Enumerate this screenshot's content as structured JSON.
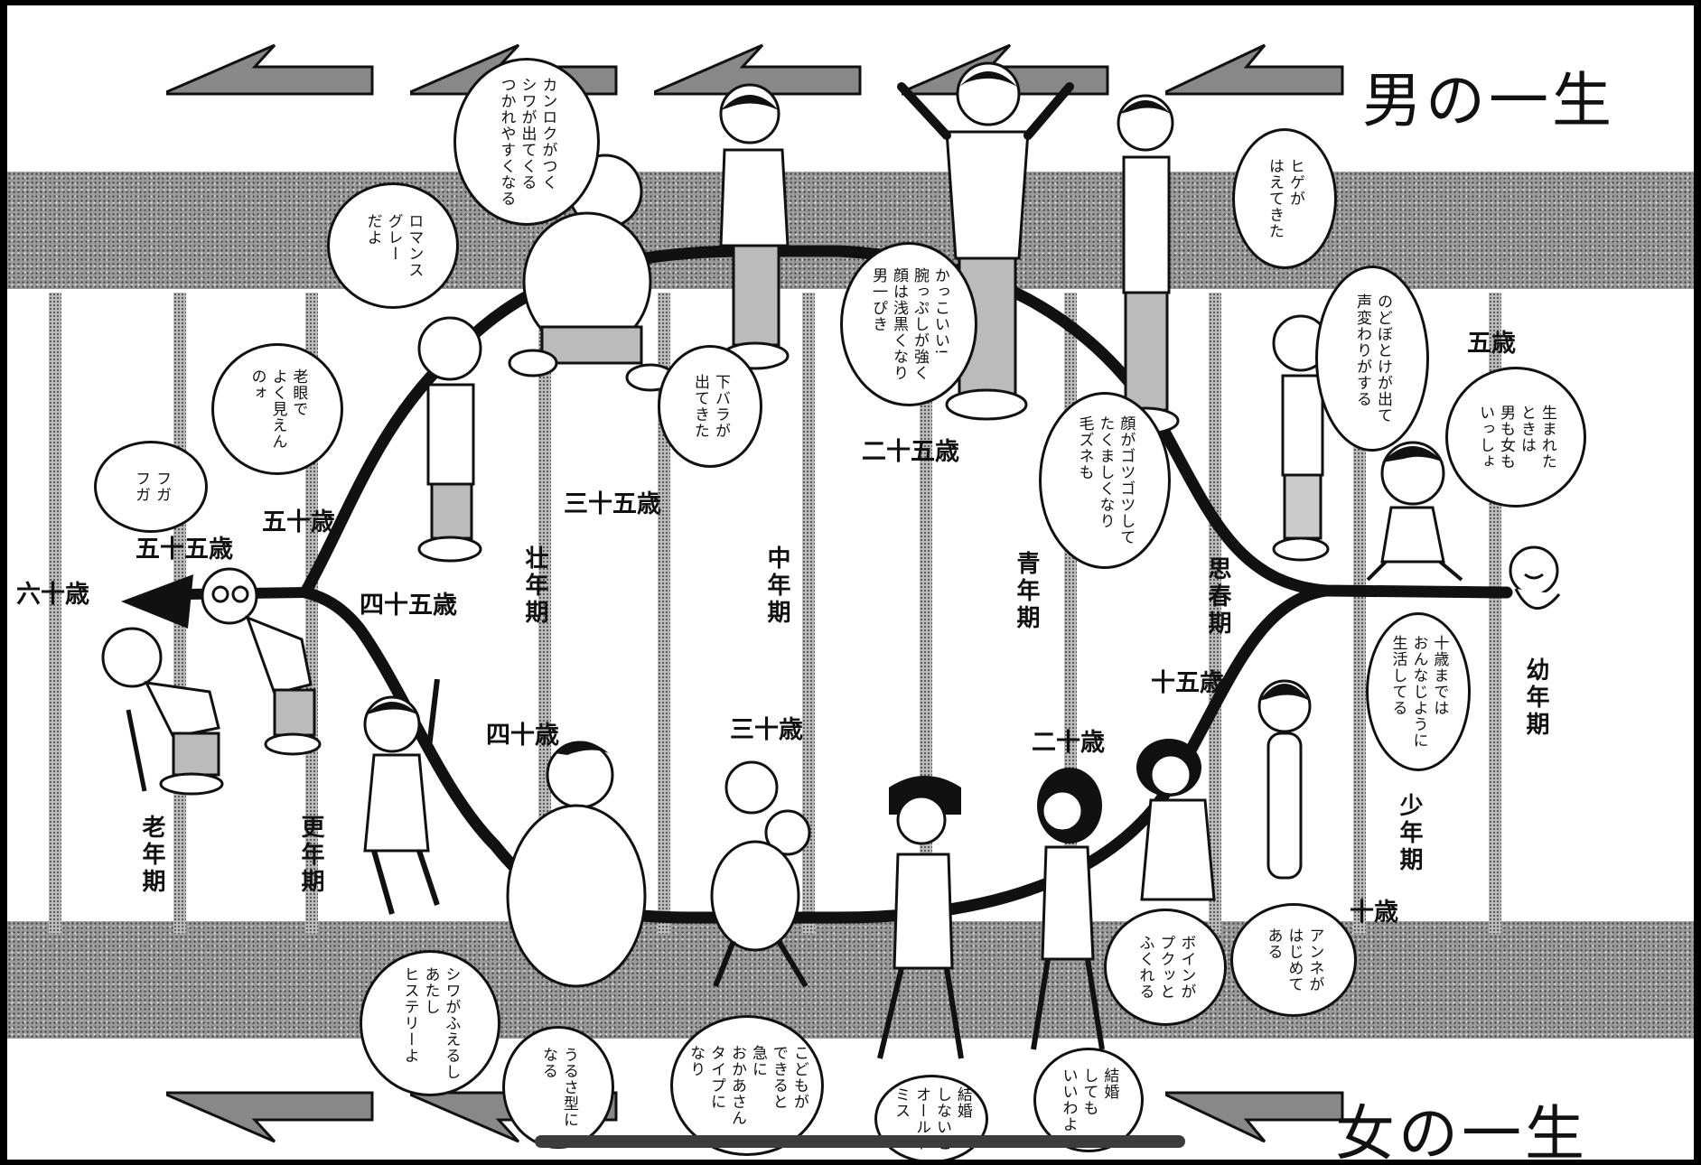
{
  "titles": {
    "men": "男の一生",
    "women": "女の一生"
  },
  "ages": {
    "five": "五歳",
    "ten": "十歳",
    "fifteen": "十五歳",
    "twenty": "二十歳",
    "twenty_five": "二十五歳",
    "thirty": "三十歳",
    "thirty_five": "三十五歳",
    "forty": "四十歳",
    "forty_five": "四十五歳",
    "fifty": "五十歳",
    "fifty_five": "五十五歳",
    "sixty": "六十歳"
  },
  "periods": {
    "infancy": "幼年期",
    "childhood": "少年期",
    "puberty": "思春期",
    "youth": "青年期",
    "middle": "中年期",
    "prime": "壮年期",
    "climacteric": "更年期",
    "old_age": "老年期"
  },
  "bubbles": {
    "born_same": "生まれた\nときは\n男も女も\nいっしょ",
    "throat": "のどぼとけが出て\n声変わりがする",
    "beard": "ヒゲが\nはえてきた",
    "jaw": "顔がゴツゴツして\nたくましくなり\n毛ズネも",
    "cool": "かっこいい!\n腕っぷしが強く\n顔は浅黒くなり\n男一ぴき",
    "belly": "下バラが\n出てきた",
    "stubborn": "カンロクがつく\nシワが出てくる\nつかれやすくなる",
    "romance": "ロマンス\nグレー\nだよ",
    "eyes": "老眼で\nよく見えん\nのォ",
    "fuga": "フガ\nフガ",
    "until_ten": "十歳までは\nおんなじように\n生活してる",
    "anne": "アンネが\nはじめて\nある",
    "bust": "ボインが\nプクッと\nふくれる",
    "marry": "結婚\nしても\nいいわよ",
    "old_miss": "結婚\nしないと\nオールド\nミス",
    "mother": "こどもが\nできると\n急に\nおかあさん\nタイプに\nなり",
    "noisy": "うるさ型に\nなる",
    "hysteric": "シワがふえるし\nあたし\nヒステリーよ"
  },
  "colors": {
    "ink": "#111111",
    "screentone": "#9a9a9a",
    "paper": "#ffffff"
  }
}
